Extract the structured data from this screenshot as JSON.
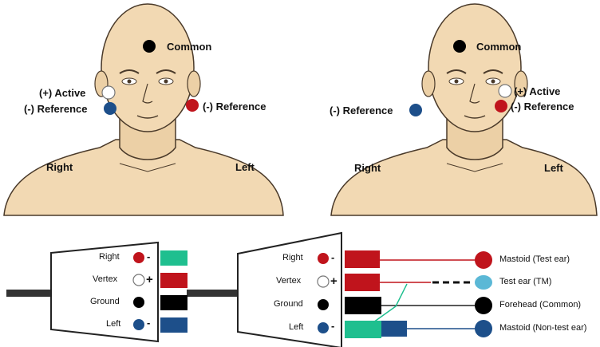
{
  "panel_left": {
    "common": "Common",
    "active": "(+) Active",
    "reference_right": "(-) Reference",
    "reference_left": "(-) Reference",
    "side_right": "Right",
    "side_left": "Left"
  },
  "panel_right": {
    "common": "Common",
    "active": "(+) Active",
    "reference_right": "(-) Reference",
    "reference_left": "(-) Reference",
    "side_right": "Right",
    "side_left": "Left"
  },
  "box1": {
    "rows": [
      {
        "label": "Right",
        "sign": "-"
      },
      {
        "label": "Vertex",
        "sign": "+"
      },
      {
        "label": "Ground",
        "sign": ""
      },
      {
        "label": "Left",
        "sign": "-"
      }
    ]
  },
  "box2": {
    "rows": [
      {
        "label": "Right",
        "sign": "-"
      },
      {
        "label": "Vertex",
        "sign": "+"
      },
      {
        "label": "Ground",
        "sign": ""
      },
      {
        "label": "Left",
        "sign": "-"
      }
    ]
  },
  "electrodes": [
    {
      "label": "Mastoid (Test ear)"
    },
    {
      "label": "Test ear (TM)"
    },
    {
      "label": "Forehead (Common)"
    },
    {
      "label": "Mastoid (Non-test ear)"
    }
  ],
  "colors": {
    "skin": "#f2d9b3",
    "red": "#c0141c",
    "blue": "#1d4f8a",
    "green": "#1fbf8f",
    "lightblue": "#5bb8d6",
    "black": "#000000"
  }
}
